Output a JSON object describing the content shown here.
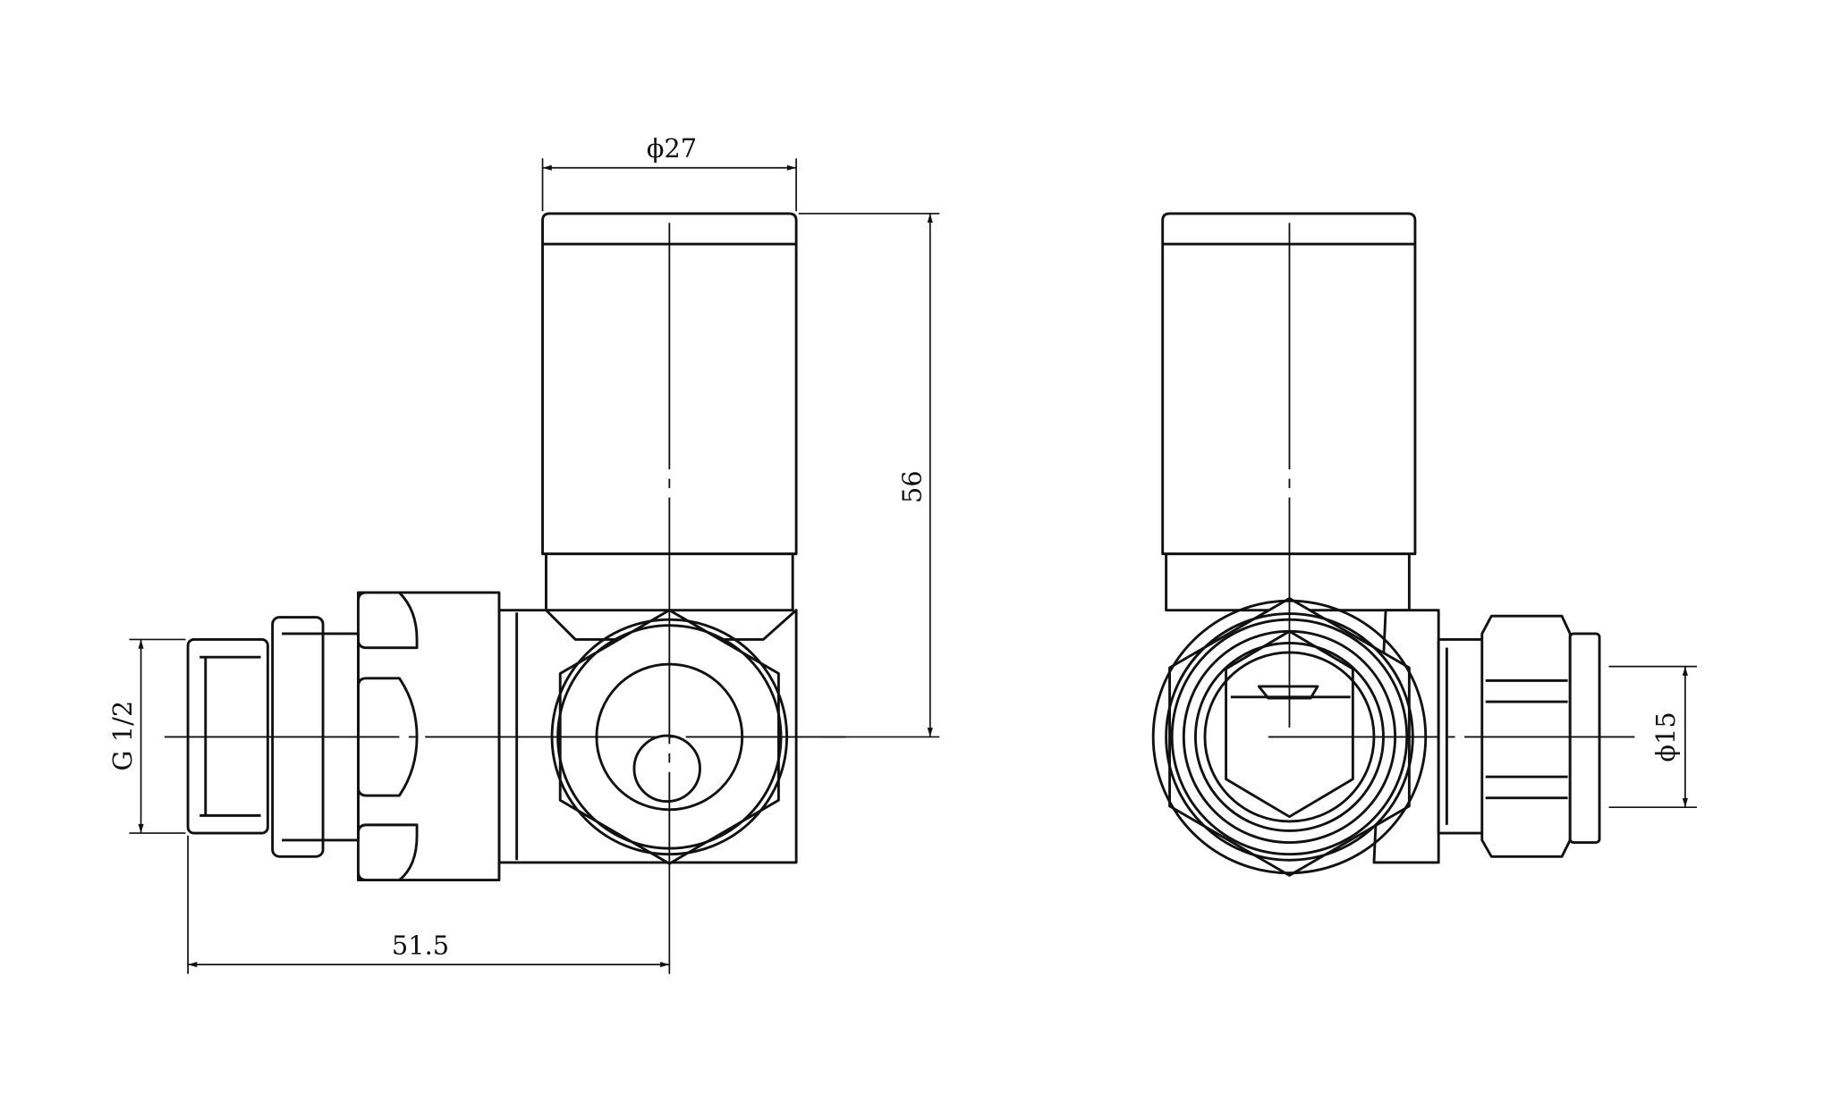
{
  "drawing": {
    "dimensions": {
      "cap_diameter": "ϕ27",
      "height": "56",
      "thread": "G 1/2",
      "length": "51.5",
      "pipe_diameter": "ϕ15"
    },
    "line_color": "#111111",
    "background": "#ffffff"
  }
}
